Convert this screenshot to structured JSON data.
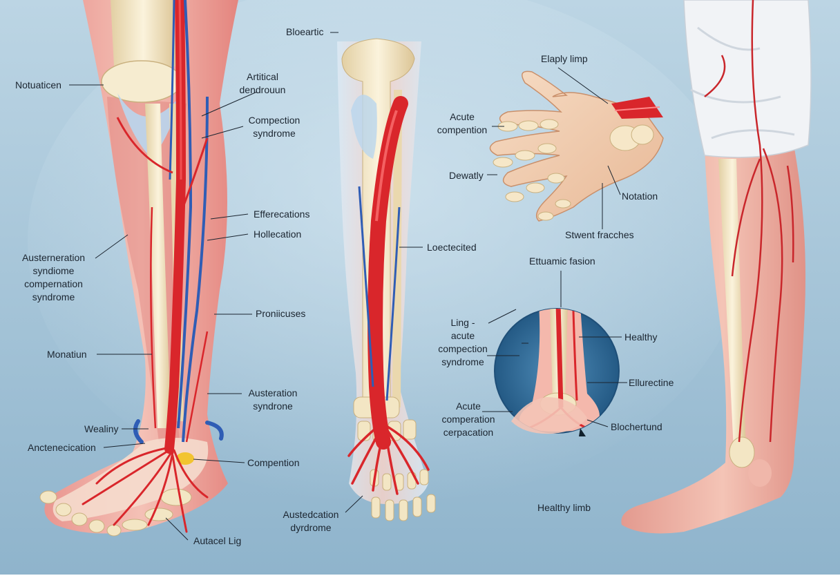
{
  "colors": {
    "bg_top": "#bcd5e4",
    "bg_bottom": "#8fb4cc",
    "skin": "#f2b3a8",
    "muscle": "#e68c86",
    "bone": "#f3e6c4",
    "artery": "#d9262b",
    "vein": "#2f5db5",
    "cartilage": "#b9d6ee",
    "inset_circle": "#2f6a97",
    "text": "#1b2530"
  },
  "labels": {
    "left_leg": {
      "notuaticen": "Notuaticen",
      "artitical": "Artitical\ndendrouun",
      "compection": "Compection\nsyndrome",
      "efferecations": "Efferecations",
      "hollecation": "Hollecation",
      "austerneration": "Austerneration\nsyndiome\ncompernation\nsyndrome",
      "proniicuses": "Proniicuses",
      "monatiun": "Monatiun",
      "austeration": "Austeration\nsyndrone",
      "wealiny": "Wealiny",
      "anctenecication": "Anctenecication",
      "compention": "Compention",
      "autacel_lig": "Autacel Lig"
    },
    "middle_leg": {
      "bloeartie": "Bloeartic",
      "loectecited": "Loectecited",
      "austedcation": "Austedcation\ndyrdrome"
    },
    "hand": {
      "elaply_limp": "Elaply limp",
      "acute_compention": "Acute\ncompention",
      "dewatly": "Dewatly",
      "notation": "Notation",
      "stwent_fracches": "Stwent fracches"
    },
    "inset": {
      "ettuamic_fasion": "Ettuamic fasion",
      "ling_acute": "Ling -\nacute\ncompection\nsyndrome",
      "healthy": "Healthy",
      "ellurectine": "Ellurectine",
      "acute_comperation": "Acute\ncomperation\ncerpacation",
      "blochertund": "Blochertund"
    },
    "right_leg": {
      "healthy_limb": "Healthy limb"
    }
  }
}
